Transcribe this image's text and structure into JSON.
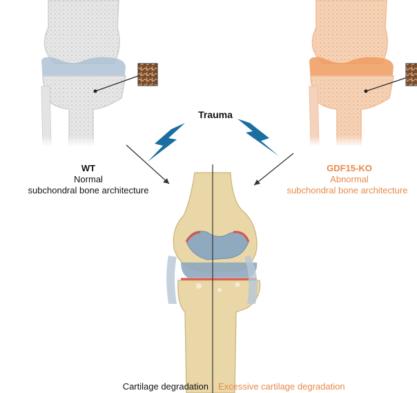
{
  "trauma_label": "Trauma",
  "wt": {
    "title": "WT",
    "line1": "Normal",
    "line2": "subchondral bone architecture"
  },
  "ko": {
    "title": "GDF15-KO",
    "line1": "Abnormal",
    "line2": "subchondral bone architecture"
  },
  "outcome": {
    "left": "Cartilage degradation",
    "right": "Excessive cartilage degradation"
  },
  "colors": {
    "ko_accent": "#e8894a",
    "lightning": "#1a6fa0",
    "bone": "#e9d7a7",
    "lesion": "#d9534f"
  }
}
